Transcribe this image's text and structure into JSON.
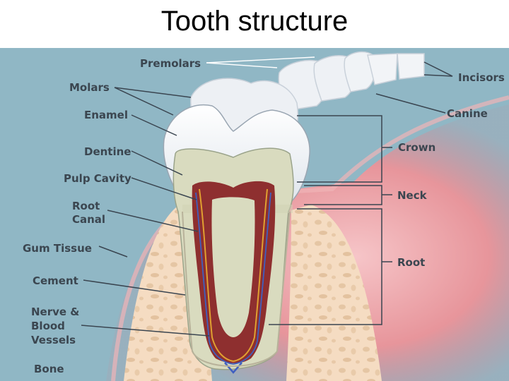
{
  "slide": {
    "title": "Tooth structure"
  },
  "diagram": {
    "labels": {
      "premolars": "Premolars",
      "molars": "Molars",
      "incisors": "Incisors",
      "enamel": "Enamel",
      "canine": "Canine",
      "dentine": "Dentine",
      "crown": "Crown",
      "pulp_cavity": "Pulp Cavity",
      "neck": "Neck",
      "root_canal_line1": "Root",
      "root_canal_line2": "Canal",
      "gum_tissue": "Gum Tissue",
      "root": "Root",
      "cement": "Cement",
      "nerve_line1": "Nerve &",
      "nerve_line2": "Blood",
      "nerve_line3": "Vessels",
      "bone": "Bone"
    },
    "colors": {
      "background": "#8fb6c4",
      "gum": "#e89aa0",
      "bone": "#f4d9bd",
      "enamel": "#f2f4f7",
      "dentine": "#d8d9bf",
      "pulp": "#8a2a2a",
      "nerve": "#e0a030",
      "vessel": "#3f5fc0"
    }
  }
}
